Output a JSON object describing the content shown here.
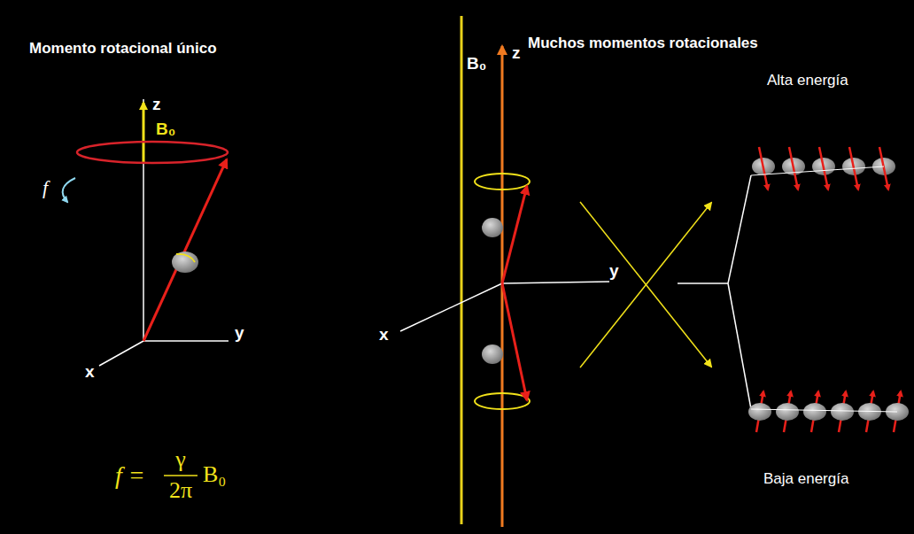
{
  "diagram": {
    "labels": [
      "Momento rotacional único",
      "Muchos momentos rotacionales",
      "z",
      "B₀",
      "f",
      "y",
      "x",
      "f =",
      "γ",
      "2π",
      "B₀",
      "B₀",
      "z",
      "y",
      "x",
      "Alta energía",
      "Baja energía"
    ]
  }
}
